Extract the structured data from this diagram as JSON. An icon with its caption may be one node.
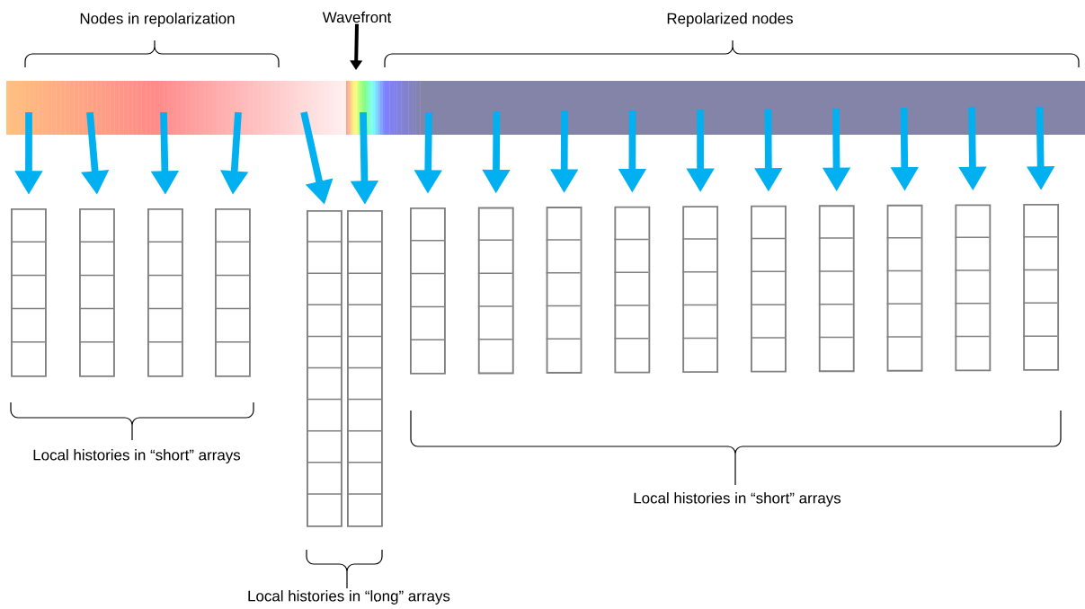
{
  "diagram": {
    "nodes": [
      {
        "text": [
          "Wavefront"
        ]
      },
      {
        "text": [],
        "shape": "bar"
      },
      {
        "text": [],
        "shape": "box"
      },
      {
        "text": [],
        "shape": "box"
      },
      {
        "text": [],
        "shape": "box"
      },
      {
        "text": [],
        "shape": "box"
      },
      {
        "text": [],
        "shape": "box"
      },
      {
        "text": [],
        "shape": "box"
      },
      {
        "text": [],
        "shape": "box"
      },
      {
        "text": [],
        "shape": "box"
      },
      {
        "text": [],
        "shape": "box"
      },
      {
        "text": [],
        "shape": "box"
      },
      {
        "text": [],
        "shape": "box"
      },
      {
        "text": [],
        "shape": "box"
      },
      {
        "text": [],
        "shape": "box"
      },
      {
        "text": [],
        "shape": "box"
      },
      {
        "text": [],
        "shape": "box"
      },
      {
        "text": [],
        "shape": "box"
      }
    ],
    "edges": [
      {
        "from": 0,
        "to": 1,
        "arrow": "to",
        "color": "#000000"
      },
      {
        "from": 1,
        "to": 2,
        "arrow": "to"
      },
      {
        "from": 1,
        "to": 3,
        "arrow": "to"
      },
      {
        "from": 1,
        "to": 4,
        "arrow": "to"
      },
      {
        "from": 1,
        "to": 5,
        "arrow": "to"
      },
      {
        "from": 1,
        "to": 6,
        "arrow": "to"
      },
      {
        "from": 1,
        "to": 7,
        "arrow": "to"
      },
      {
        "from": 1,
        "to": 8,
        "arrow": "to"
      },
      {
        "from": 1,
        "to": 9,
        "arrow": "to"
      },
      {
        "from": 1,
        "to": 10,
        "arrow": "to"
      },
      {
        "from": 1,
        "to": 11,
        "arrow": "to"
      },
      {
        "from": 1,
        "to": 12,
        "arrow": "to"
      },
      {
        "from": 1,
        "to": 13,
        "arrow": "to"
      },
      {
        "from": 1,
        "to": 14,
        "arrow": "to"
      },
      {
        "from": 1,
        "to": 15,
        "arrow": "to"
      },
      {
        "from": 1,
        "to": 16,
        "arrow": "to"
      },
      {
        "from": 1,
        "to": 17,
        "arrow": "to"
      }
    ],
    "labels": [
      "Nodes in repolarization",
      "Repolarized nodes",
      "Local histories in “short” arrays",
      "Local histories in “short” arrays",
      "Local histories in “long” arrays"
    ]
  }
}
